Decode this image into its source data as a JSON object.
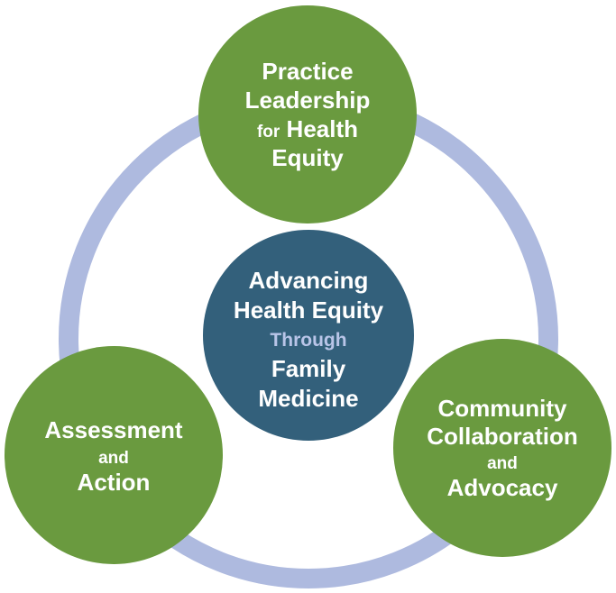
{
  "colors": {
    "ring": "#aebadf",
    "green": "#6a9a3f",
    "center": "#33607b",
    "through": "#b9c5e8"
  },
  "center": {
    "line1": "Advancing",
    "line2": "Health Equity",
    "line3": "Through",
    "line4": "Family",
    "line5": "Medicine"
  },
  "top": {
    "line1": "Practice",
    "line2": "Leadership",
    "line3a": "for",
    "line3b": "Health",
    "line4": "Equity"
  },
  "left": {
    "line1": "Assessment",
    "line2": "and",
    "line3": "Action"
  },
  "right": {
    "line1": "Community",
    "line2": "Collaboration",
    "line3": "and",
    "line4": "Advocacy"
  }
}
